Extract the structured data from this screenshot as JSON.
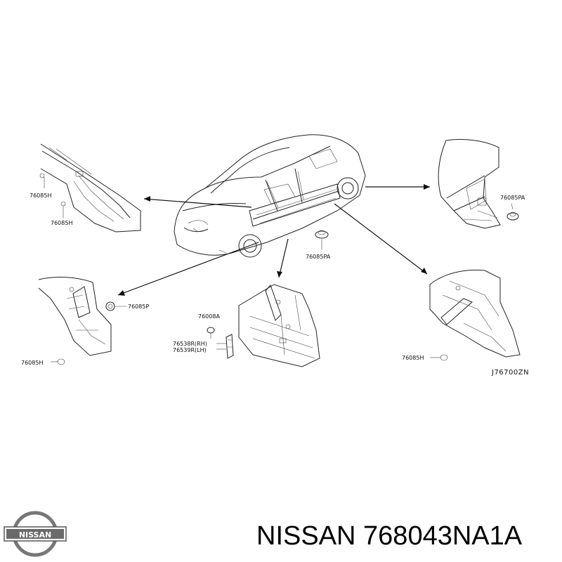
{
  "labels": {
    "left_top_a": "76085H",
    "left_top_b": "76085H",
    "center_clip": "76085PA",
    "right_top": "76085PA",
    "left_bottom_p": "76085P",
    "left_bottom_h": "76085H",
    "center_bolt": "76008A",
    "center_rh": "76538R(RH)",
    "center_lh": "76539R(LH)",
    "right_bottom_h": "76085H",
    "diagram_code": "J76700ZN"
  },
  "footer": {
    "title": "NISSAN 768043NA1A",
    "logo_text": "NISSAN"
  }
}
